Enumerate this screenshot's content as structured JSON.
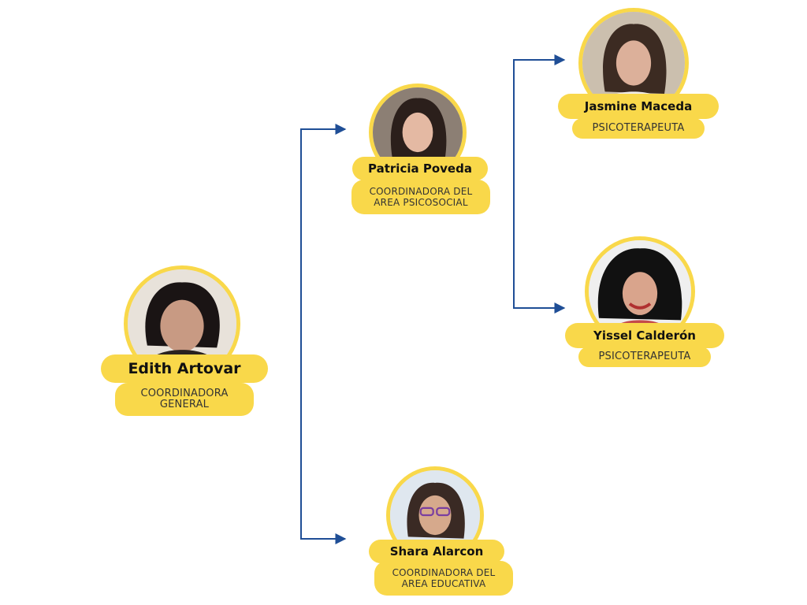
{
  "colors": {
    "accent": "#f9d84a",
    "connector": "#1f4e96",
    "background": "#ffffff"
  },
  "people": {
    "edith": {
      "name": "Edith Artovar",
      "role": "COORDINADORA GENERAL"
    },
    "patricia": {
      "name": "Patricia Poveda",
      "role": "COORDINADORA DEL AREA PSICOSOCIAL"
    },
    "shara": {
      "name": "Shara Alarcon",
      "role": "COORDINADORA DEL AREA EDUCATIVA"
    },
    "jasmine": {
      "name": "Jasmine Maceda",
      "role": "PSICOTERAPEUTA"
    },
    "yissel": {
      "name": "Yissel Calderón",
      "role": "PSICOTERAPEUTA"
    }
  },
  "hierarchy": [
    {
      "from": "edith",
      "to": "patricia"
    },
    {
      "from": "edith",
      "to": "shara"
    },
    {
      "from": "patricia",
      "to": "jasmine"
    },
    {
      "from": "patricia",
      "to": "yissel"
    }
  ]
}
